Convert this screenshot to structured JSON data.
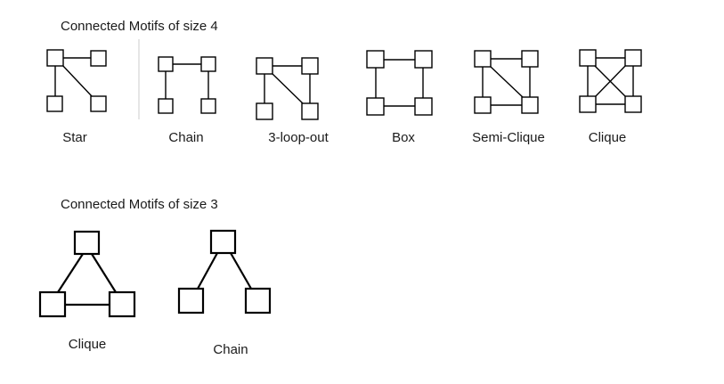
{
  "section_size4": {
    "title": "Connected Motifs of size 4",
    "motifs": [
      {
        "name": "Star"
      },
      {
        "name": "Chain"
      },
      {
        "name": "3-loop-out"
      },
      {
        "name": "Box"
      },
      {
        "name": "Semi-Clique"
      },
      {
        "name": "Clique"
      }
    ]
  },
  "section_size3": {
    "title": "Connected Motifs of size 3",
    "motifs": [
      {
        "name": "Clique"
      },
      {
        "name": "Chain"
      }
    ]
  },
  "colors": {
    "stroke": "#000000",
    "text": "#1a1a1a",
    "background": "#ffffff"
  }
}
